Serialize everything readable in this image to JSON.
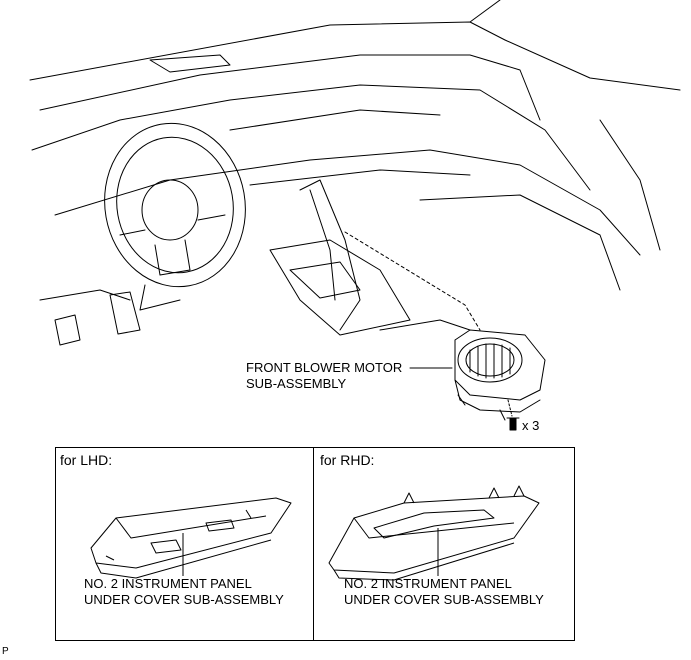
{
  "main_callout": {
    "line1": "FRONT BLOWER MOTOR",
    "line2": "SUB-ASSEMBLY",
    "screw_qty": "x 3"
  },
  "panels": [
    {
      "heading": "for LHD:",
      "part_line1": "NO. 2 INSTRUMENT PANEL",
      "part_line2": "UNDER COVER SUB-ASSEMBLY"
    },
    {
      "heading": "for RHD:",
      "part_line1": "NO. 2 INSTRUMENT PANEL",
      "part_line2": "UNDER COVER SUB-ASSEMBLY"
    }
  ],
  "figure_code": "P"
}
